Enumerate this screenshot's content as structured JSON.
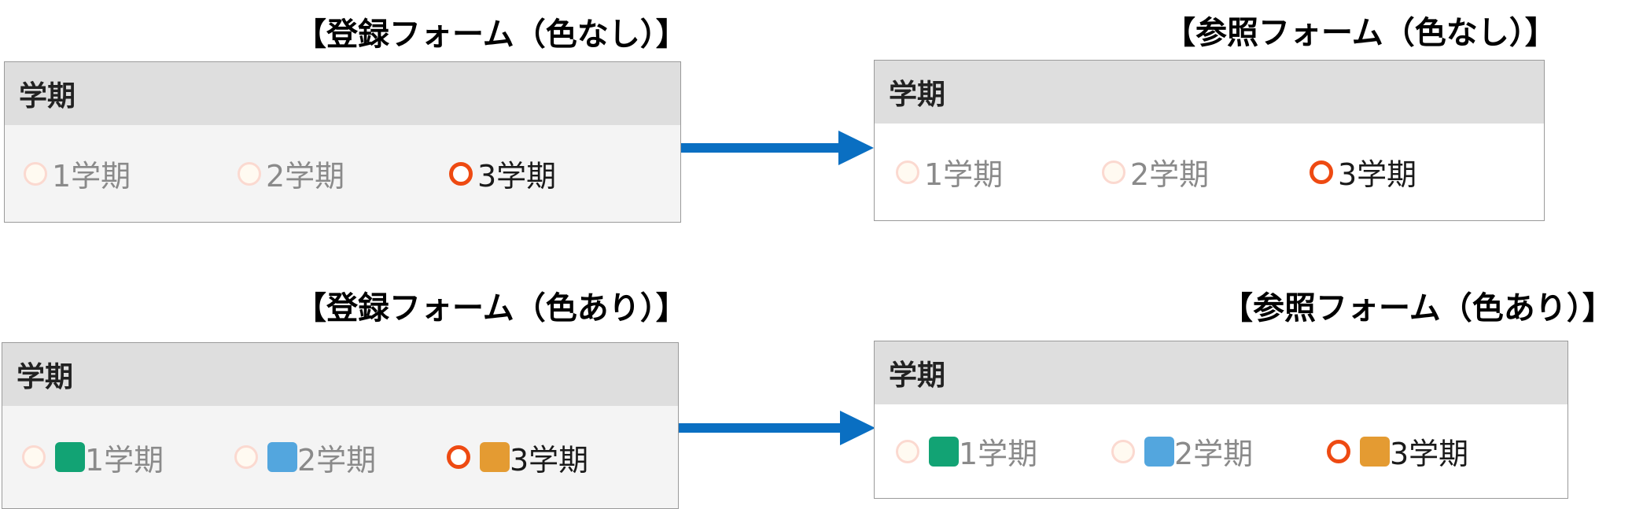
{
  "headings": {
    "entry_plain": "【登録フォーム（色なし）】",
    "view_plain": "【参照フォーム（色なし）】",
    "entry_color": "【登録フォーム（色あり）】",
    "view_color": "【参照フォーム（色あり）】"
  },
  "field_label": "学期",
  "options": [
    {
      "label": "1学期",
      "selected": false,
      "swatch_color": "#12a374"
    },
    {
      "label": "2学期",
      "selected": false,
      "swatch_color": "#53a6de"
    },
    {
      "label": "3学期",
      "selected": true,
      "swatch_color": "#e49b32"
    }
  ],
  "colors": {
    "arrow": "#0a6fc2",
    "selected_radio": "#ee4a12",
    "unselected_radio_border": "#fbd9d0",
    "header_bg": "#dedede",
    "entry_body_bg": "#f4f4f4"
  }
}
